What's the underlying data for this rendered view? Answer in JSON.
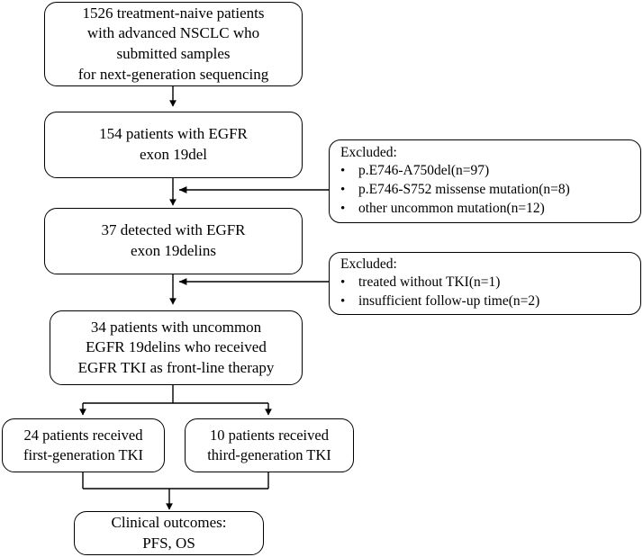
{
  "diagram": {
    "title": "CONSORT-style patient selection flowchart",
    "stroke_color": "#000000",
    "background_color": "#ffffff"
  },
  "nodes": {
    "cohort_total": {
      "lines": [
        "1526  treatment-naive patients",
        "with advanced NSCLC who",
        "submitted samples",
        "for next-generation sequencing"
      ]
    },
    "exon19del": {
      "lines": [
        "154 patients with EGFR",
        "exon 19del"
      ]
    },
    "exon19delins": {
      "lines": [
        "37 detected with EGFR",
        "exon 19delins"
      ]
    },
    "treated_cohort": {
      "lines": [
        "34 patients with uncommon",
        "EGFR 19delins who received",
        "EGFR TKI as front-line therapy"
      ]
    },
    "first_gen": {
      "lines": [
        "24 patients received",
        "first-generation TKI"
      ]
    },
    "third_gen": {
      "lines": [
        "10 patients received",
        "third-generation TKI"
      ]
    },
    "outcomes": {
      "lines": [
        "Clinical outcomes:",
        "PFS, OS"
      ]
    },
    "excluded_1": {
      "title": "Excluded:",
      "bullet": "•",
      "items": [
        "p.E746-A750del(n=97)",
        "p.E746-S752 missense mutation(n=8)",
        "other uncommon mutation(n=12)"
      ]
    },
    "excluded_2": {
      "title": "Excluded:",
      "bullet": "•",
      "items": [
        "treated without TKI(n=1)",
        "insufficient follow-up time(n=2)"
      ]
    }
  }
}
